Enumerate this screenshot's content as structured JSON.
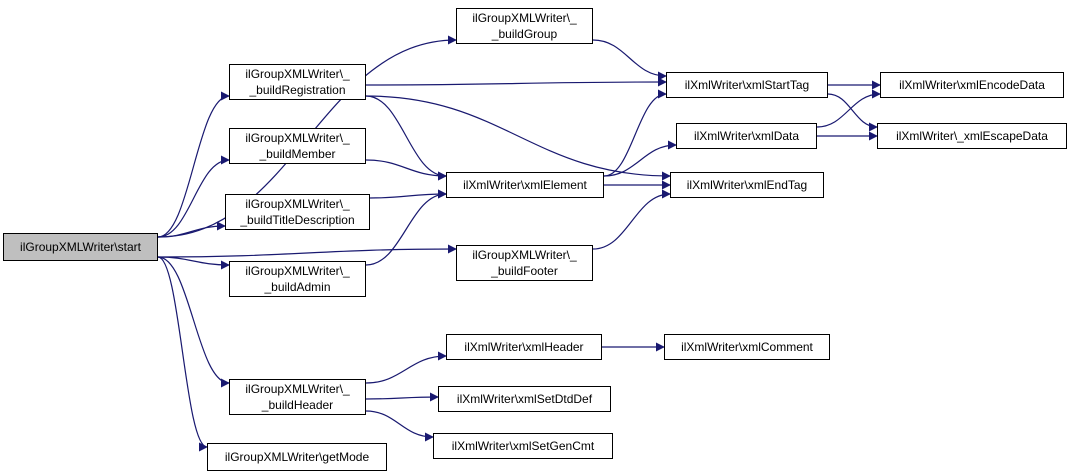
{
  "colors": {
    "edge": "#191970",
    "node_border": "#000000",
    "root_fill": "#bfbfbf",
    "node_fill": "#ffffff"
  },
  "nodes": {
    "start": {
      "lines": [
        "ilGroupXMLWriter\\start"
      ]
    },
    "buildGroup": {
      "lines": [
        "ilGroupXMLWriter\\_",
        "_buildGroup"
      ]
    },
    "buildRegistration": {
      "lines": [
        "ilGroupXMLWriter\\_",
        "_buildRegistration"
      ]
    },
    "buildMember": {
      "lines": [
        "ilGroupXMLWriter\\_",
        "_buildMember"
      ]
    },
    "buildTitleDescription": {
      "lines": [
        "ilGroupXMLWriter\\_",
        "_buildTitleDescription"
      ]
    },
    "buildAdmin": {
      "lines": [
        "ilGroupXMLWriter\\_",
        "_buildAdmin"
      ]
    },
    "buildFooter": {
      "lines": [
        "ilGroupXMLWriter\\_",
        "_buildFooter"
      ]
    },
    "buildHeader": {
      "lines": [
        "ilGroupXMLWriter\\_",
        "_buildHeader"
      ]
    },
    "getMode": {
      "lines": [
        "ilGroupXMLWriter\\getMode"
      ]
    },
    "xmlStartTag": {
      "lines": [
        "ilXmlWriter\\xmlStartTag"
      ]
    },
    "xmlElement": {
      "lines": [
        "ilXmlWriter\\xmlElement"
      ]
    },
    "xmlData": {
      "lines": [
        "ilXmlWriter\\xmlData"
      ]
    },
    "xmlEndTag": {
      "lines": [
        "ilXmlWriter\\xmlEndTag"
      ]
    },
    "xmlEncodeData": {
      "lines": [
        "ilXmlWriter\\xmlEncodeData"
      ]
    },
    "xmlEscapeData": {
      "lines": [
        "ilXmlWriter\\_xmlEscapeData"
      ]
    },
    "xmlHeader": {
      "lines": [
        "ilXmlWriter\\xmlHeader"
      ]
    },
    "xmlComment": {
      "lines": [
        "ilXmlWriter\\xmlComment"
      ]
    },
    "xmlSetDtdDef": {
      "lines": [
        "ilXmlWriter\\xmlSetDtdDef"
      ]
    },
    "xmlSetGenCmt": {
      "lines": [
        "ilXmlWriter\\xmlSetGenCmt"
      ]
    }
  },
  "edges": [
    [
      "start",
      "buildGroup"
    ],
    [
      "start",
      "buildRegistration"
    ],
    [
      "start",
      "buildMember"
    ],
    [
      "start",
      "buildTitleDescription"
    ],
    [
      "start",
      "buildAdmin"
    ],
    [
      "start",
      "buildFooter"
    ],
    [
      "start",
      "buildHeader"
    ],
    [
      "start",
      "getMode"
    ],
    [
      "buildGroup",
      "xmlStartTag"
    ],
    [
      "buildRegistration",
      "xmlStartTag"
    ],
    [
      "buildRegistration",
      "xmlElement"
    ],
    [
      "buildRegistration",
      "xmlEndTag"
    ],
    [
      "buildMember",
      "xmlElement"
    ],
    [
      "buildTitleDescription",
      "xmlElement"
    ],
    [
      "buildAdmin",
      "xmlElement"
    ],
    [
      "buildFooter",
      "xmlEndTag"
    ],
    [
      "xmlElement",
      "xmlStartTag"
    ],
    [
      "xmlElement",
      "xmlData"
    ],
    [
      "xmlElement",
      "xmlEndTag"
    ],
    [
      "xmlStartTag",
      "xmlEncodeData"
    ],
    [
      "xmlStartTag",
      "xmlEscapeData"
    ],
    [
      "xmlData",
      "xmlEncodeData"
    ],
    [
      "xmlData",
      "xmlEscapeData"
    ],
    [
      "buildHeader",
      "xmlHeader"
    ],
    [
      "buildHeader",
      "xmlSetDtdDef"
    ],
    [
      "buildHeader",
      "xmlSetGenCmt"
    ],
    [
      "xmlHeader",
      "xmlComment"
    ]
  ]
}
